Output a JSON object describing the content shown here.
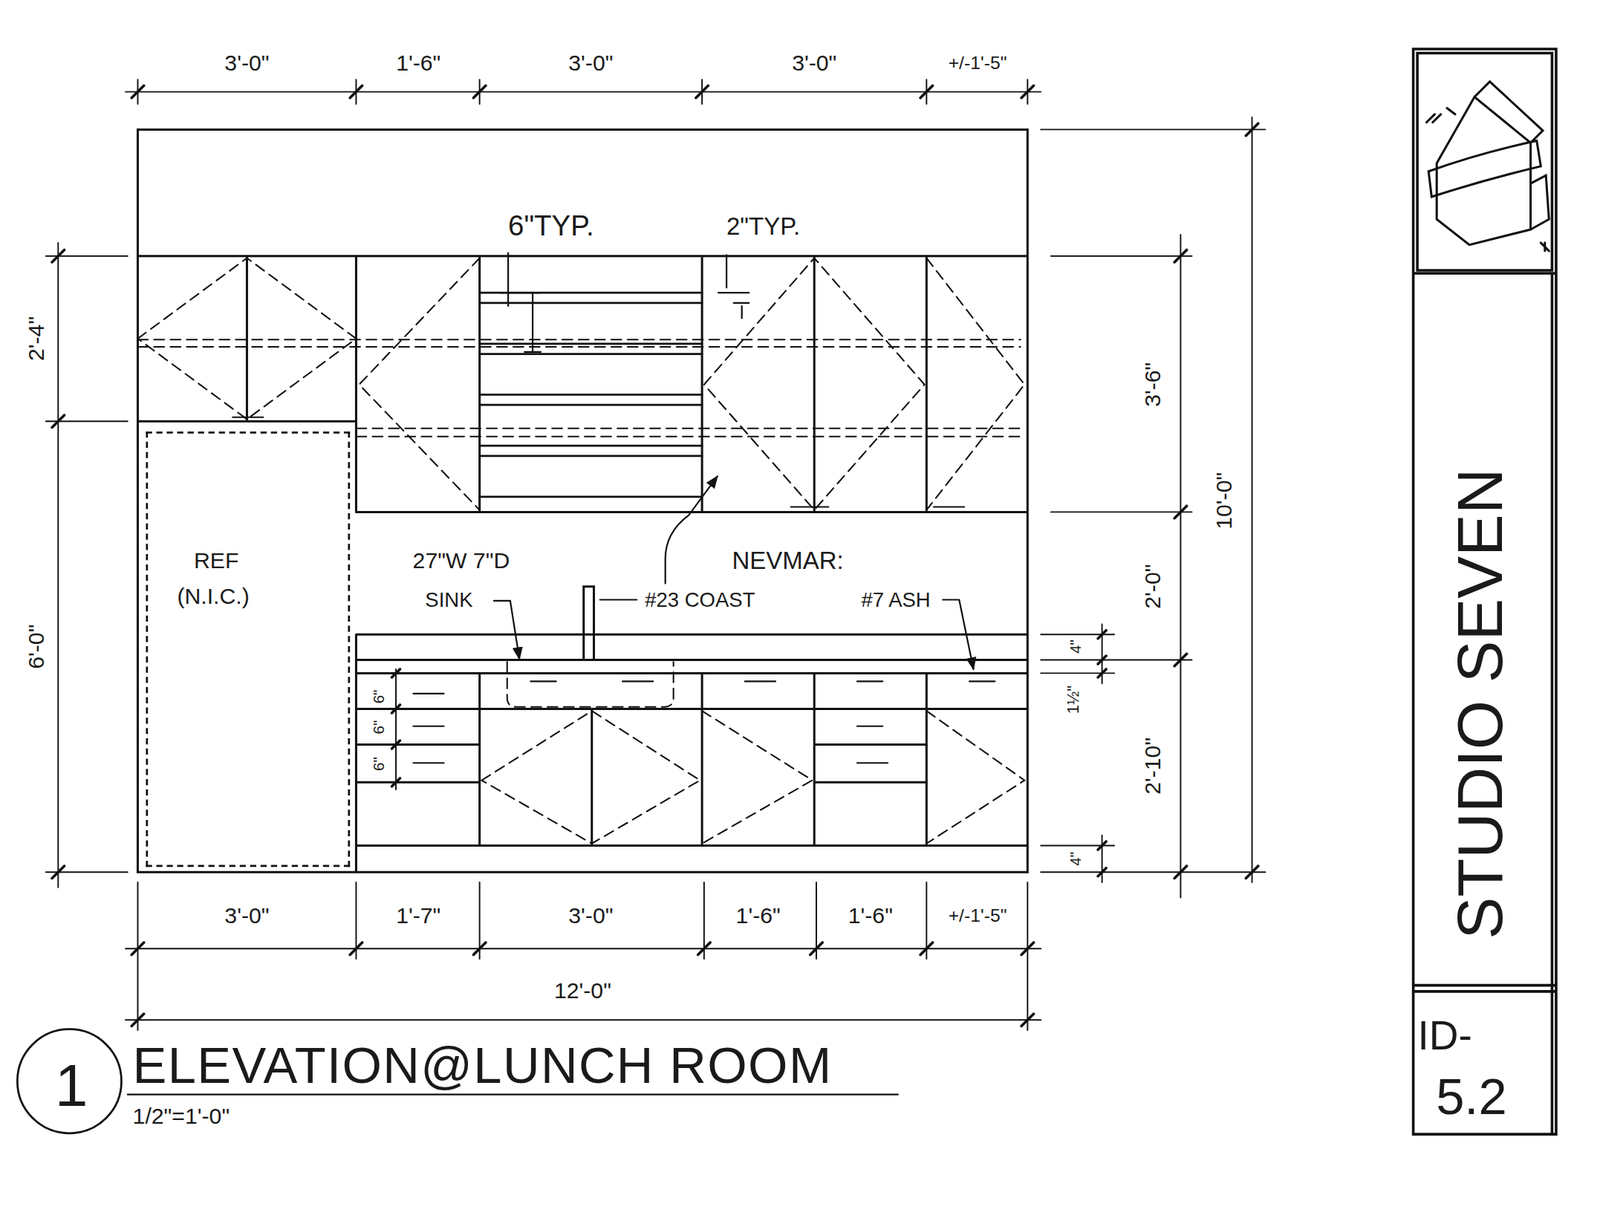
{
  "diagram": {
    "title": "ELEVATION@LUNCH ROOM",
    "caption": "1/2\"=1'-0\"",
    "nodes": [
      {
        "text": [
          "REF",
          "(N.I.C.)"
        ]
      },
      {
        "text": [
          "1"
        ]
      },
      {
        "text": [
          "STUDIO SEVEN"
        ]
      },
      {
        "text": [
          "ID-",
          "5.2"
        ]
      }
    ],
    "labels": [
      "3'-0\"",
      "1'-6\"",
      "3'-0\"",
      "3'-0\"",
      "+/-1'-5\"",
      "6\"TYP.",
      "2\"TYP.",
      "2'-4\"",
      "6'-0\"",
      "3'-6\"",
      "2'-0\"",
      "2'-10\"",
      "10'-0\"",
      "4\"",
      "1½\"",
      "4\"",
      "27\"W 7\"D",
      "SINK",
      "NEVMAR:",
      "#23 COAST",
      "#7 ASH",
      "6\"",
      "6\"",
      "6\"",
      "3'-0\"",
      "1'-7\"",
      "3'-0\"",
      "1'-6\"",
      "1'-6\"",
      "+/-1'-5\"",
      "12'-0\""
    ]
  }
}
